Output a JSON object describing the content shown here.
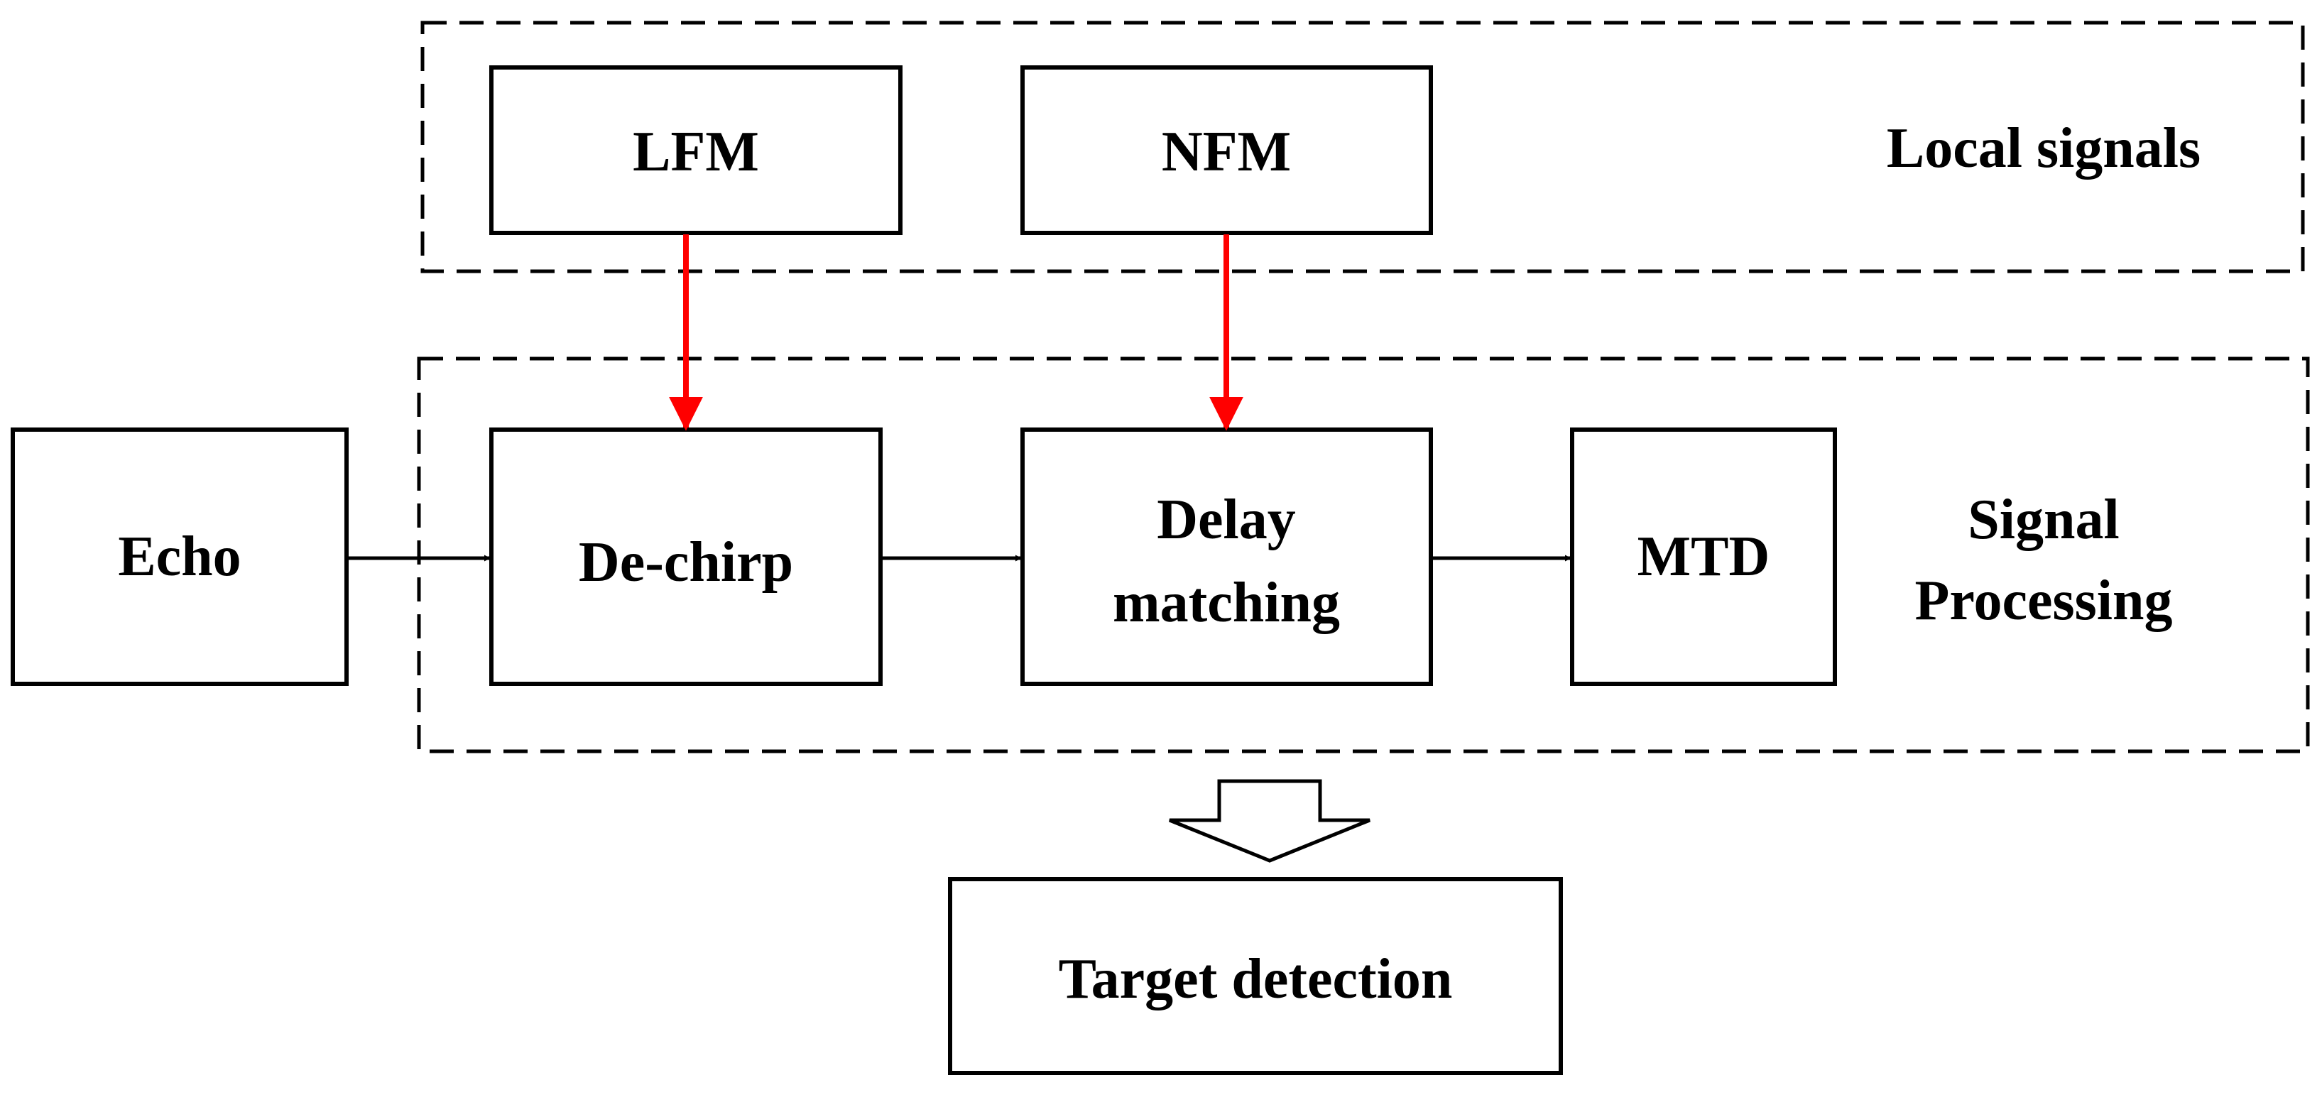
{
  "groups": {
    "local": {
      "label": "Local signals"
    },
    "processing": {
      "label_line1": "Signal",
      "label_line2": "Processing"
    }
  },
  "blocks": {
    "lfm": "LFM",
    "nfm": "NFM",
    "echo": "Echo",
    "dechirp": "De-chirp",
    "delay_line1": "Delay",
    "delay_line2": "matching",
    "mtd": "MTD",
    "target": "Target detection"
  },
  "colors": {
    "reference_arrow": "#ff0000",
    "flow_arrow": "#000000"
  }
}
